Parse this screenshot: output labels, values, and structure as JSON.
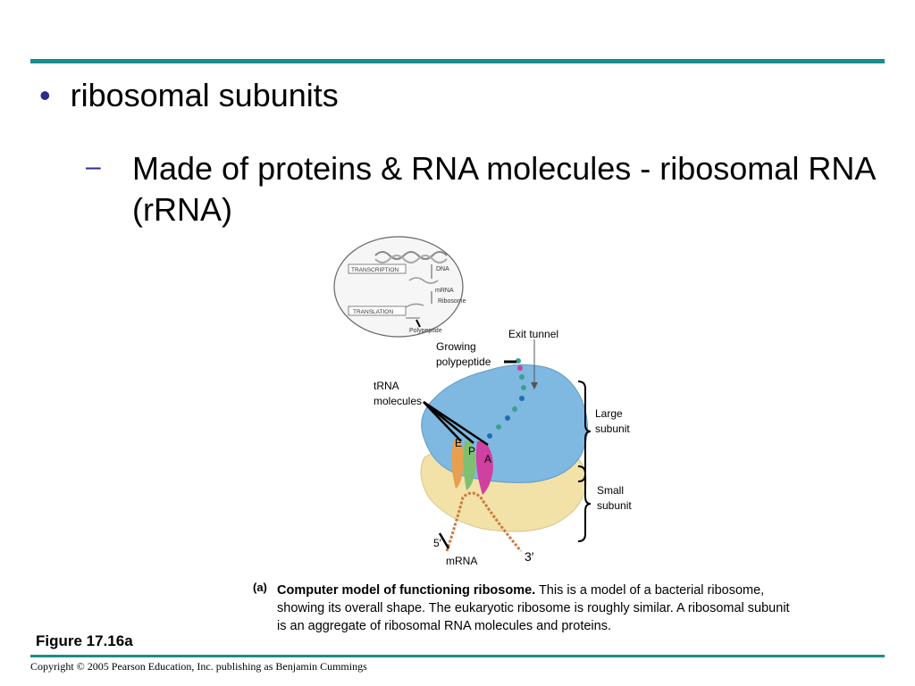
{
  "slide": {
    "bullet": "ribosomal subunits",
    "sub_dash": "–",
    "sub_bullet": "Made of proteins & RNA molecules - ribosomal RNA (rRNA)"
  },
  "figure": {
    "inset": {
      "transcription": "TRANSCRIPTION",
      "dna": "DNA",
      "mrna": "mRNA",
      "ribosome": "Ribosome",
      "translation": "TRANSLATION",
      "polypeptide": "Polypeptide"
    },
    "labels": {
      "exit_tunnel": "Exit tunnel",
      "growing_1": "Growing",
      "growing_2": "polypeptide",
      "trna_1": "tRNA",
      "trna_2": "molecules",
      "large_1": "Large",
      "large_2": "subunit",
      "small_1": "Small",
      "small_2": "subunit",
      "site_e": "E",
      "site_p": "P",
      "site_a": "A",
      "five_prime": "5′",
      "three_prime": "3′",
      "mrna": "mRNA"
    },
    "colors": {
      "large_subunit": "#7fb8e0",
      "small_subunit": "#f2e2a8",
      "e_site": "#e8a050",
      "p_site": "#7fc070",
      "a_site": "#d040a0",
      "mrna": "#c87a40"
    }
  },
  "caption": {
    "panel": "(a)",
    "bold": "Computer model of functioning ribosome.",
    "text": " This is a model of a bacterial ribosome, showing its overall shape. The eukaryotic ribosome is roughly similar. A ribosomal subunit is an aggregate of ribosomal RNA molecules and proteins."
  },
  "figure_label": "Figure 17.16a",
  "copyright": "Copyright © 2005 Pearson Education, Inc. publishing as Benjamin Cummings"
}
